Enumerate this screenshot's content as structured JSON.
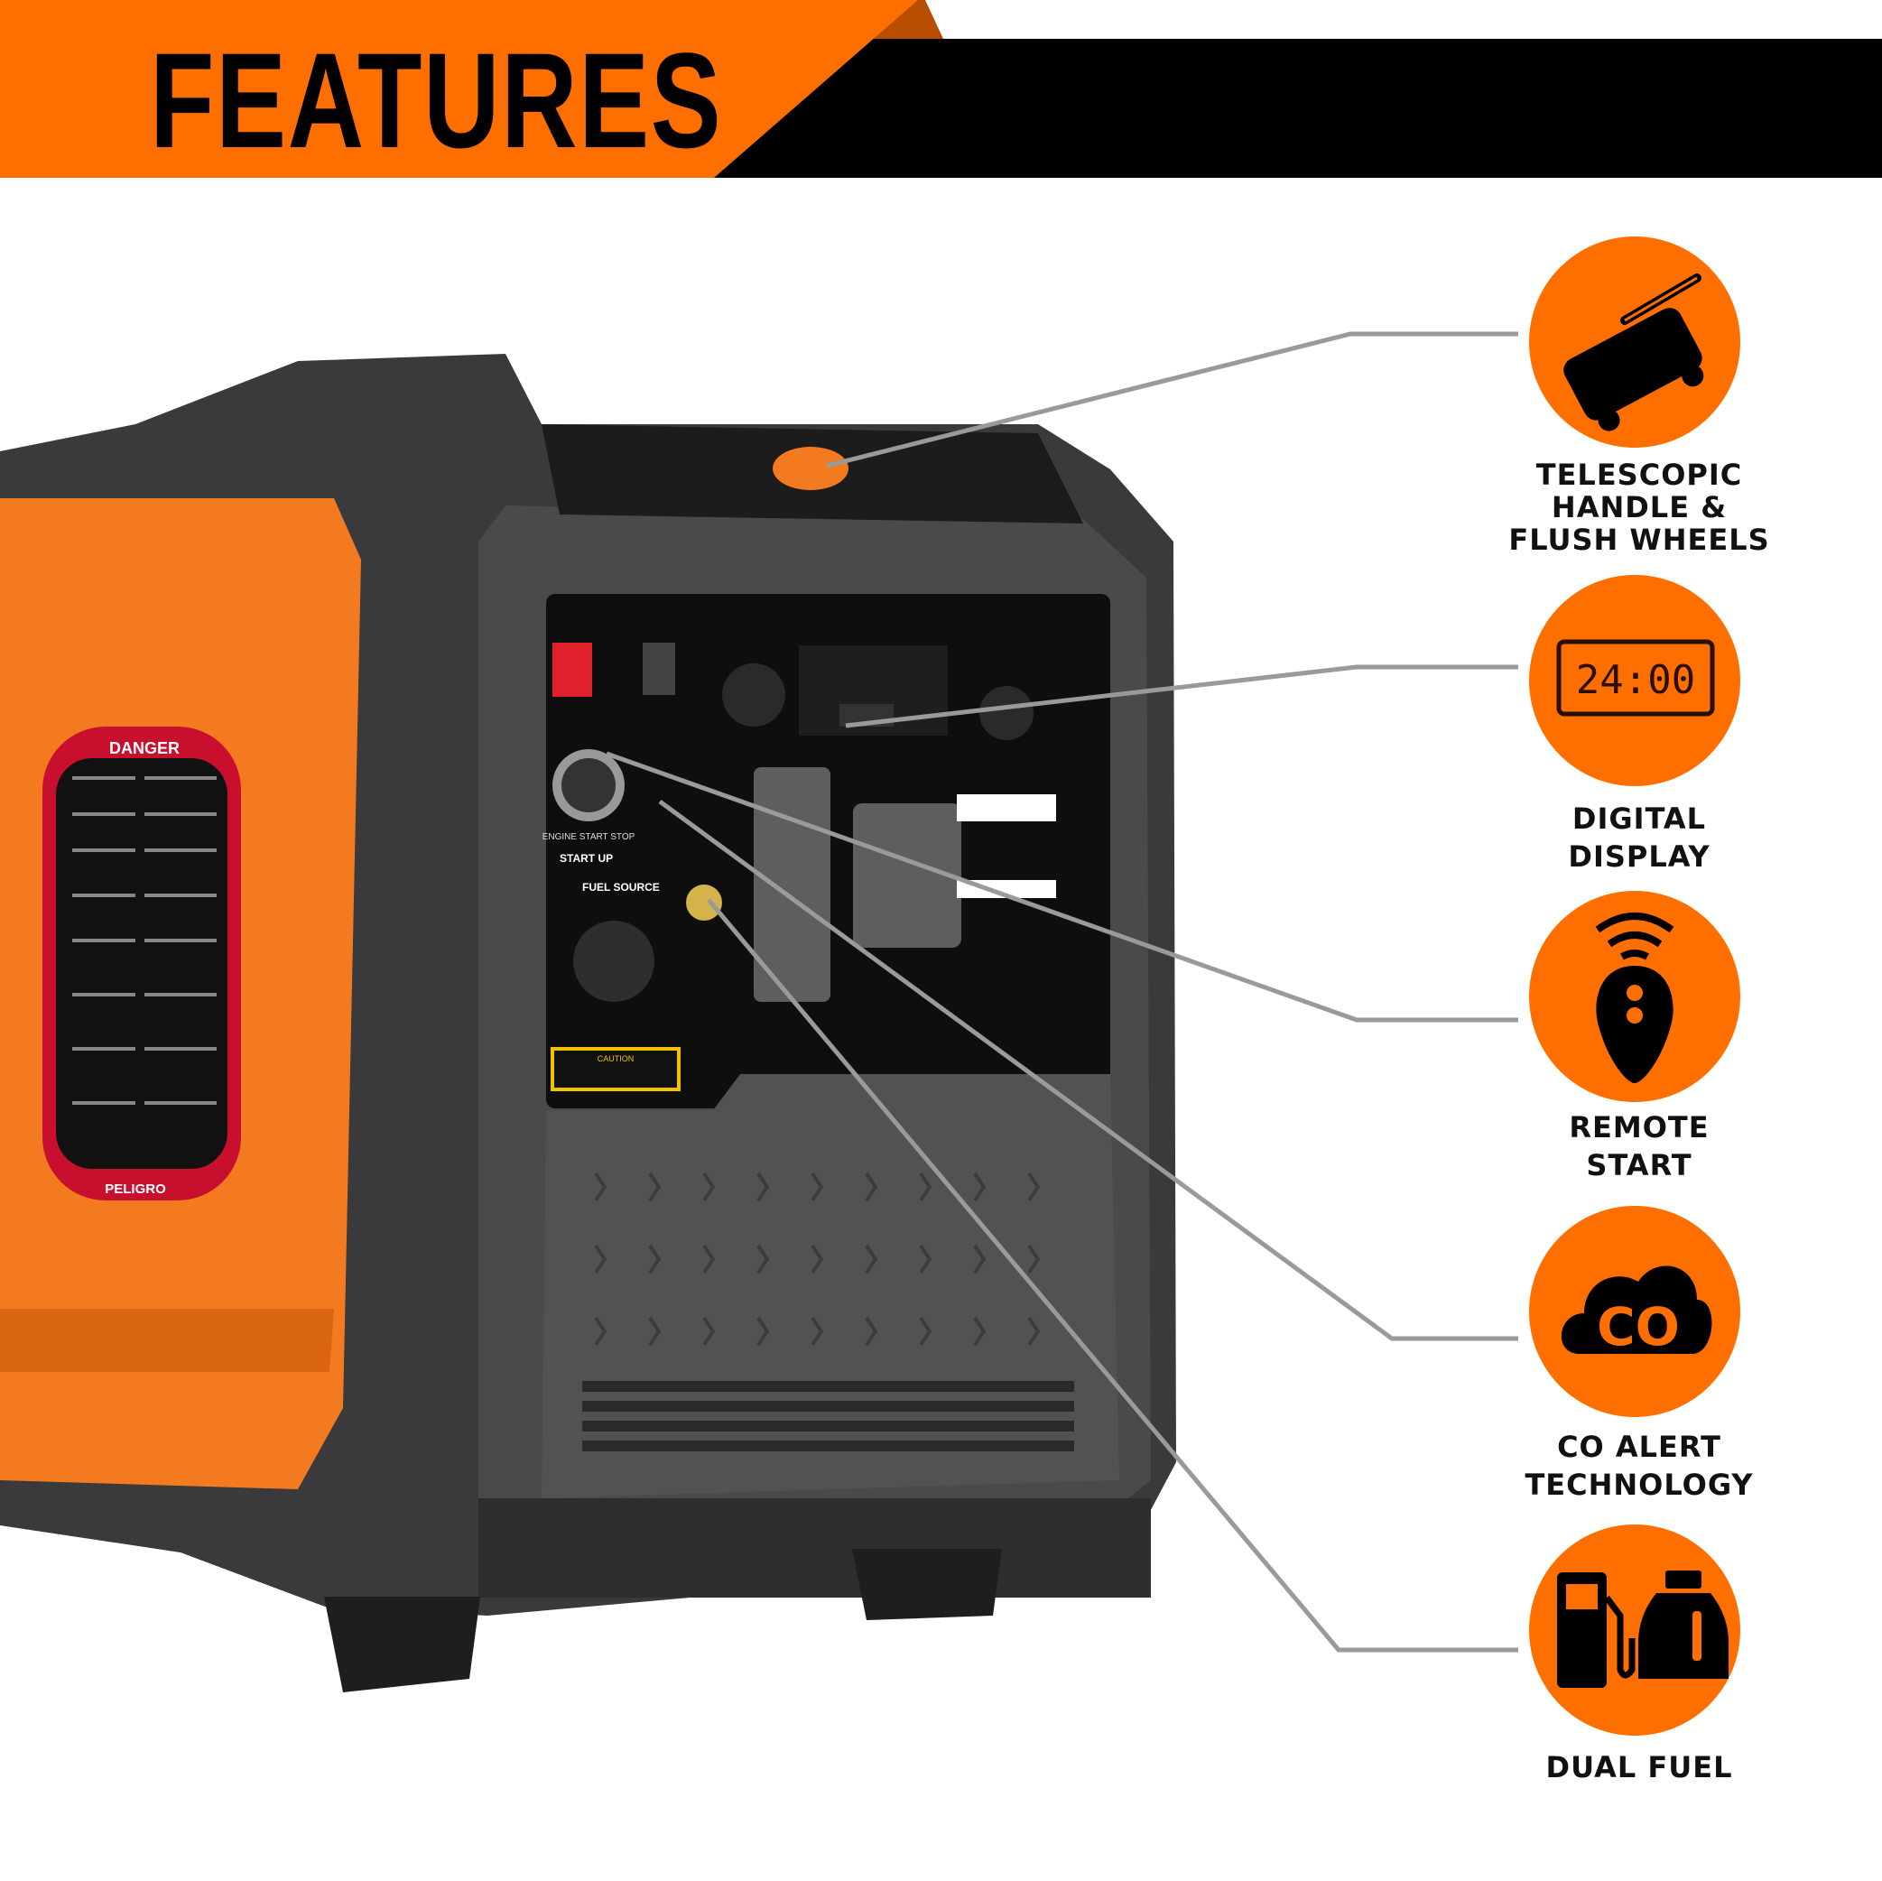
{
  "header": {
    "title": "FEATURES",
    "colors": {
      "orange": "#FF6F00",
      "black": "#000000"
    }
  },
  "features": [
    {
      "icon": "telescopic-handle-wheels-icon",
      "lines": [
        "TELESCOPIC",
        "HANDLE &",
        "FLUSH WHEELS"
      ]
    },
    {
      "icon": "digital-display-icon",
      "icon_text": "24:00",
      "lines": [
        "DIGITAL",
        "DISPLAY"
      ]
    },
    {
      "icon": "remote-start-icon",
      "lines": [
        "REMOTE",
        "START"
      ]
    },
    {
      "icon": "co-alert-cloud-icon",
      "icon_text": "CO",
      "lines": [
        "CO ALERT",
        "TECHNOLOGY"
      ]
    },
    {
      "icon": "dual-fuel-icon",
      "lines": [
        "DUAL FUEL"
      ]
    }
  ],
  "product": {
    "labels": {
      "danger": "DANGER",
      "peligro": "PELIGRO",
      "engine_button": "ENGINE START STOP",
      "start_up": "START UP",
      "fuel_source": "FUEL SOURCE",
      "caution": "CAUTION"
    }
  },
  "colors": {
    "accent": "#FF6F00",
    "leader_line": "#9A9A9A",
    "body": "#4A4A4C"
  }
}
